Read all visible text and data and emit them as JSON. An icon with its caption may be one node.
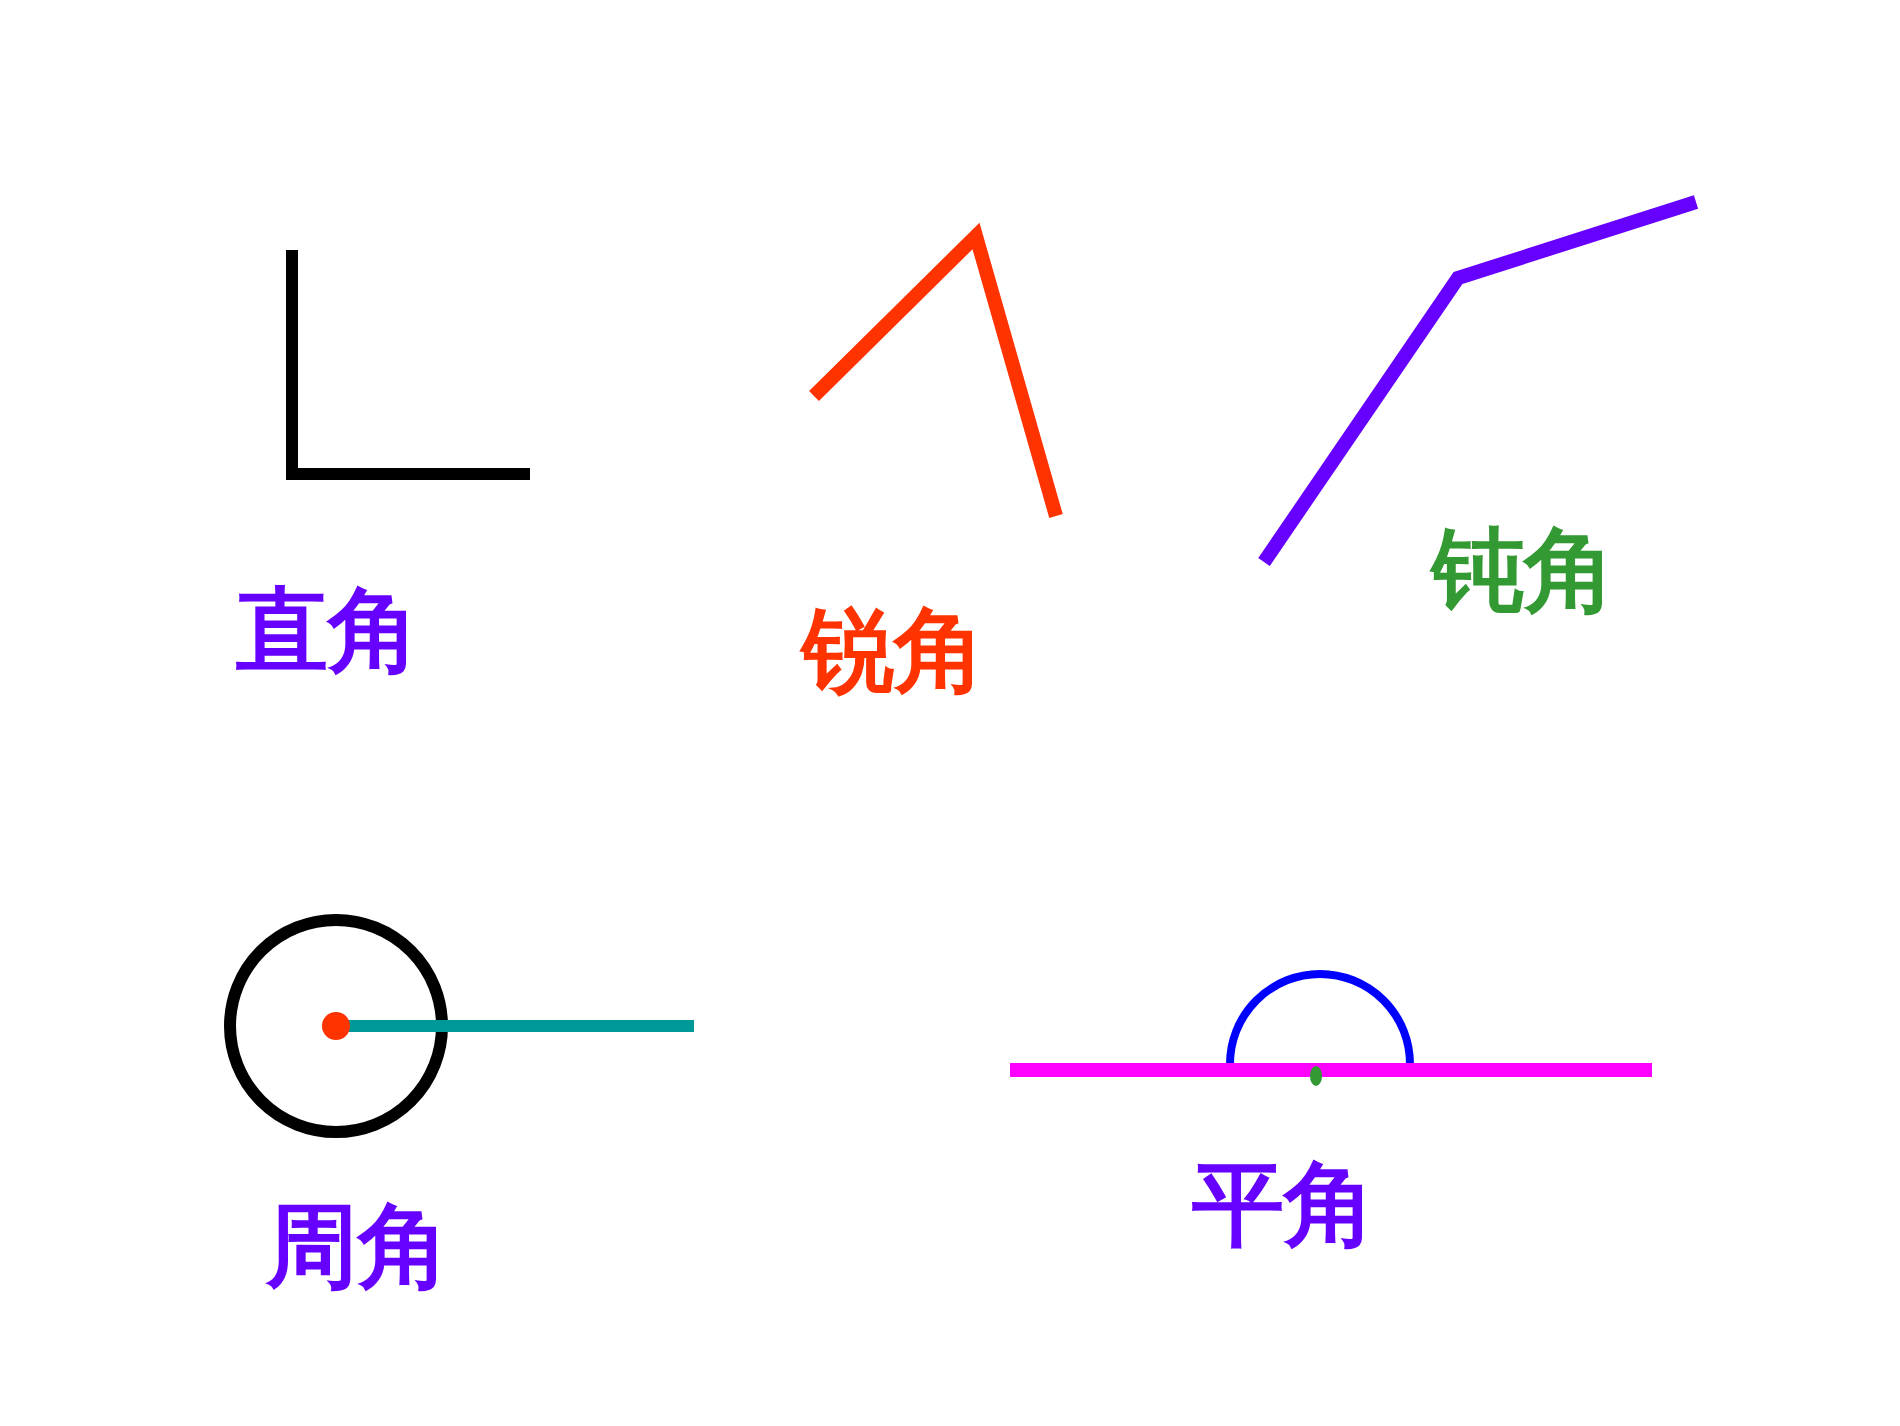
{
  "diagram": {
    "labels": [
      "直角",
      "锐角",
      "钝角",
      "周角",
      "平角"
    ]
  }
}
